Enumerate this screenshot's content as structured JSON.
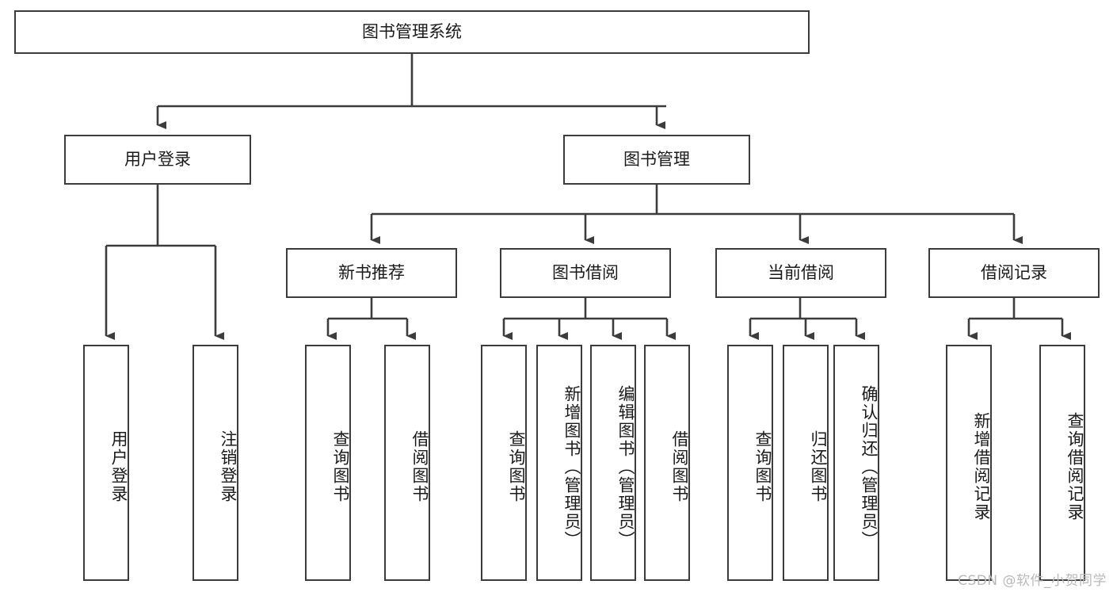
{
  "diagram": {
    "type": "hierarchy-tree",
    "title": "图书管理系统",
    "watermark": "CSDN @软件_小贺同学",
    "colors": {
      "stroke": "#3c3c3c",
      "box_fill": "#ffffff",
      "text": "#1a1a1a",
      "watermark": "#b9b9b9",
      "background": "#ffffff"
    },
    "levels": {
      "root": {
        "label": "图书管理系统"
      },
      "level1": [
        {
          "label": "用户登录"
        },
        {
          "label": "图书管理"
        }
      ],
      "level2": [
        {
          "label": "新书推荐"
        },
        {
          "label": "图书借阅"
        },
        {
          "label": "当前借阅"
        },
        {
          "label": "借阅记录"
        }
      ],
      "leaves": [
        {
          "label": "用户登录",
          "parent": "用户登录"
        },
        {
          "label": "注销登录",
          "parent": "用户登录"
        },
        {
          "label": "查询图书",
          "parent": "新书推荐"
        },
        {
          "label": "借阅图书",
          "parent": "新书推荐"
        },
        {
          "label": "查询图书",
          "parent": "图书借阅"
        },
        {
          "label": "新增图书（管理员）",
          "parent": "图书借阅"
        },
        {
          "label": "编辑图书（管理员）",
          "parent": "图书借阅"
        },
        {
          "label": "借阅图书",
          "parent": "图书借阅"
        },
        {
          "label": "查询图书",
          "parent": "当前借阅"
        },
        {
          "label": "归还图书",
          "parent": "当前借阅"
        },
        {
          "label": "确认归还（管理员）",
          "parent": "当前借阅"
        },
        {
          "label": "新增借阅记录",
          "parent": "借阅记录"
        },
        {
          "label": "查询借阅记录",
          "parent": "借阅记录"
        }
      ]
    }
  }
}
